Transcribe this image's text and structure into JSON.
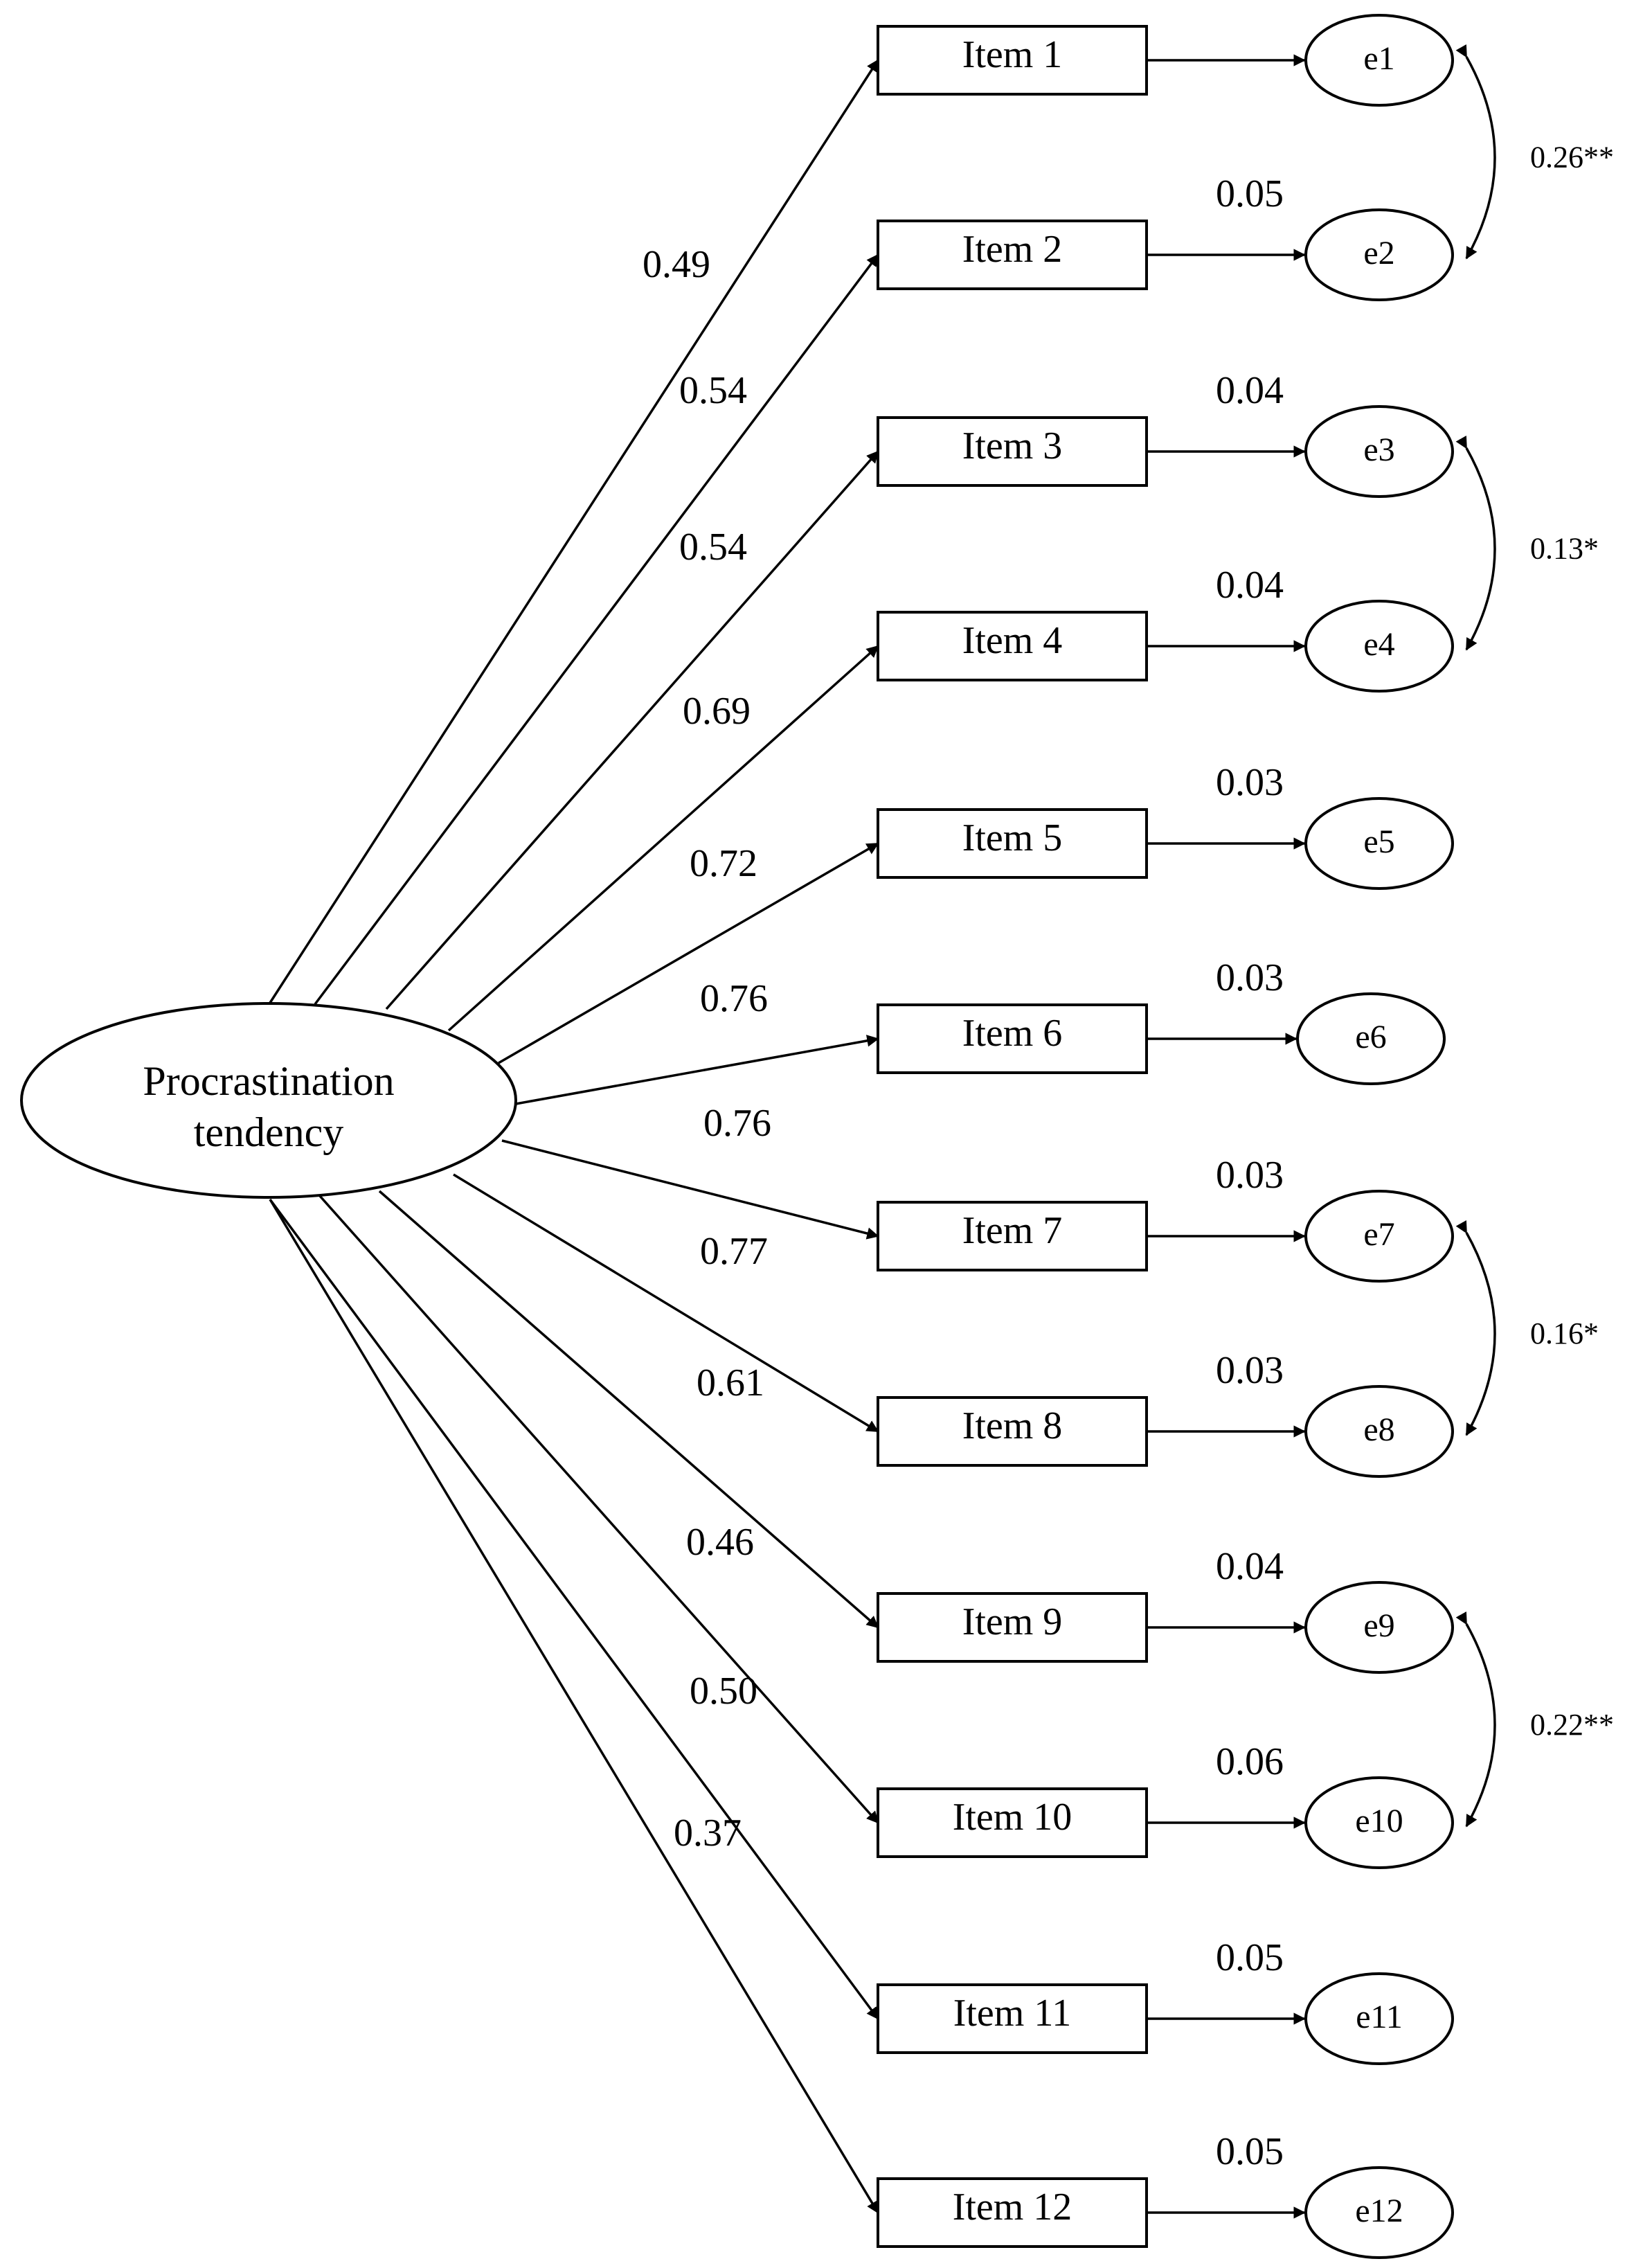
{
  "latent": {
    "label_line1": "Procrastination",
    "label_line2": "tendency"
  },
  "items": [
    {
      "label": "Item 1",
      "loading": "0.49",
      "error": "e1",
      "error_value": ""
    },
    {
      "label": "Item 2",
      "loading": "0.54",
      "error": "e2",
      "error_value": "0.05"
    },
    {
      "label": "Item 3",
      "loading": "0.54",
      "error": "e3",
      "error_value": "0.04"
    },
    {
      "label": "Item 4",
      "loading": "0.69",
      "error": "e4",
      "error_value": "0.04"
    },
    {
      "label": "Item 5",
      "loading": "0.72",
      "error": "e5",
      "error_value": "0.03"
    },
    {
      "label": "Item 6",
      "loading": "0.76",
      "error": "e6",
      "error_value": "0.03"
    },
    {
      "label": "Item 7",
      "loading": "0.76",
      "error": "e7",
      "error_value": "0.03"
    },
    {
      "label": "Item 8",
      "loading": "0.77",
      "error": "e8",
      "error_value": "0.03"
    },
    {
      "label": "Item 9",
      "loading": "0.61",
      "error": "e9",
      "error_value": "0.04"
    },
    {
      "label": "Item 10",
      "loading": "0.46",
      "error": "e10",
      "error_value": "0.06"
    },
    {
      "label": "Item 11",
      "loading": "0.50",
      "error": "e11",
      "error_value": "0.05"
    },
    {
      "label": "Item 12",
      "loading": "0.37",
      "error": "e12",
      "error_value": "0.05"
    }
  ],
  "covariances": [
    {
      "from": "e1",
      "to": "e2",
      "value": "0.26**"
    },
    {
      "from": "e3",
      "to": "e4",
      "value": "0.13*"
    },
    {
      "from": "e7",
      "to": "e8",
      "value": "0.16*"
    },
    {
      "from": "e9",
      "to": "e10",
      "value": "0.22**"
    }
  ]
}
